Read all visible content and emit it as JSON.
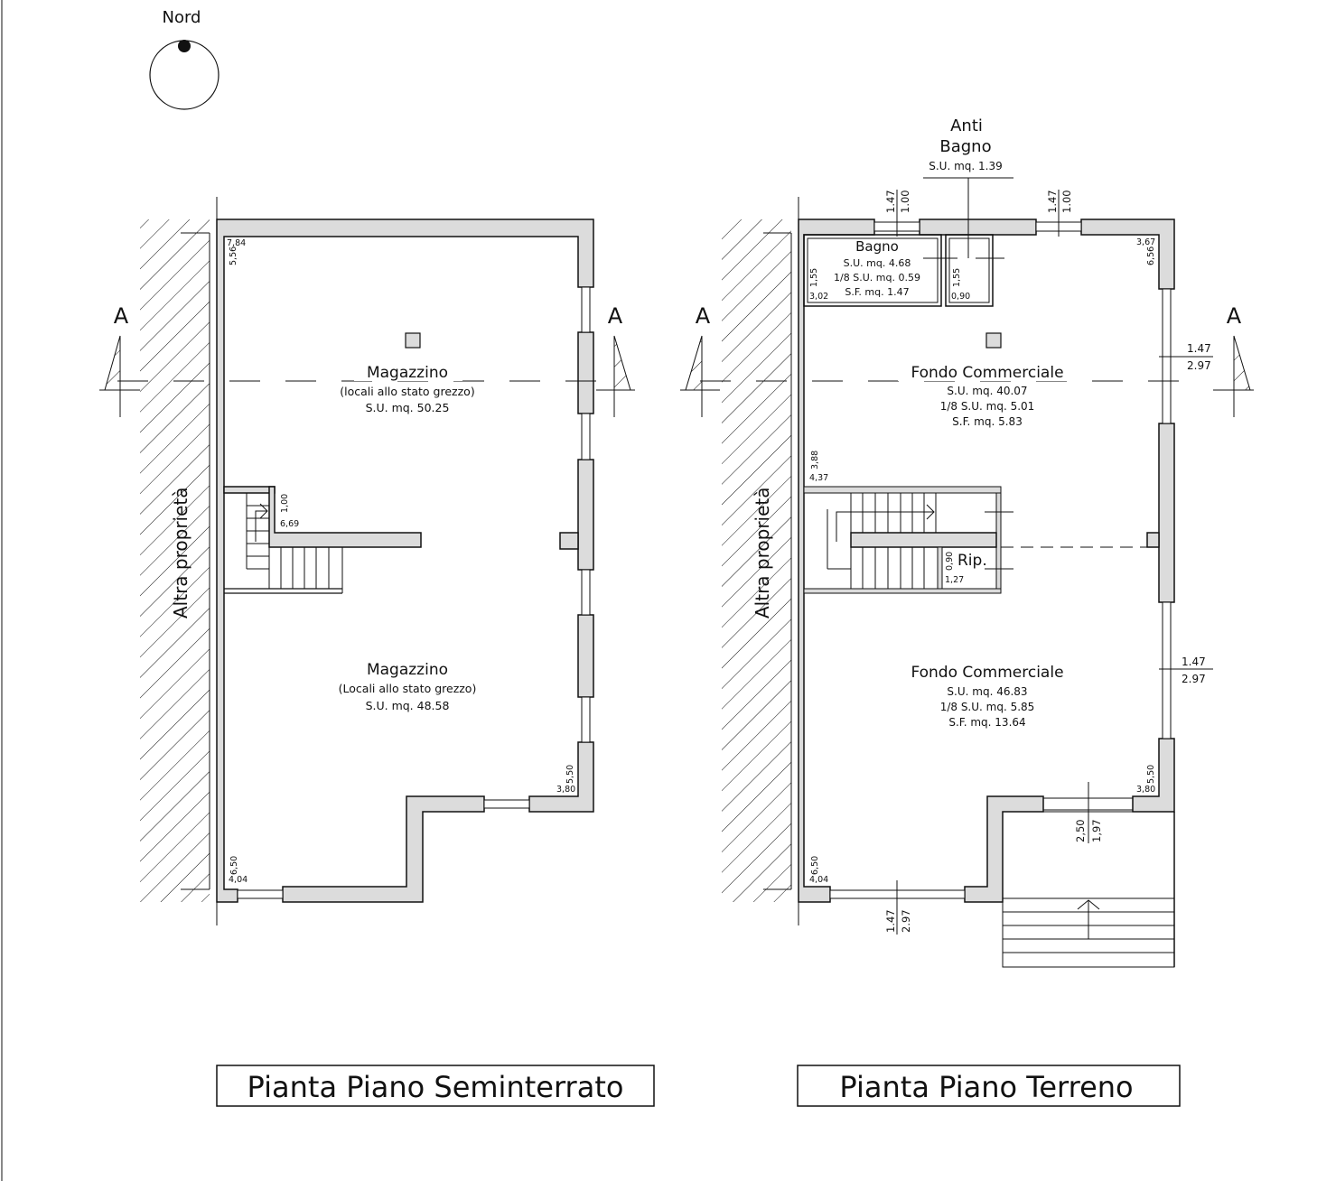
{
  "compass": {
    "label": "Nord"
  },
  "section_marker": "A",
  "neighbor_label": "Altra proprietà",
  "basement": {
    "title": "Pianta Piano Seminterrato",
    "room_top": {
      "name": "Magazzino",
      "note": "(locali allo stato grezzo)",
      "area": "S.U. mq. 50.25"
    },
    "room_bottom": {
      "name": "Magazzino",
      "note": "(Locali allo stato grezzo)",
      "area": "S.U. mq. 48.58"
    },
    "dims": {
      "corner_tl_a": "7,84",
      "corner_tl_b": "5,56",
      "stair_a": "1,00",
      "stair_b": "6,69",
      "corner_br_a": "5,50",
      "corner_br_b": "3,80",
      "corner_bl_a": "6,50",
      "corner_bl_b": "4,04"
    }
  },
  "ground": {
    "title": "Pianta Piano Terreno",
    "anti_bagno": {
      "name_line1": "Anti",
      "name_line2": "Bagno",
      "area": "S.U. mq. 1.39"
    },
    "bagno": {
      "name": "Bagno",
      "su": "S.U. mq. 4.68",
      "su8": "1/8 S.U. mq. 0.59",
      "sf": "S.F. mq. 1.47"
    },
    "fondo_top": {
      "name": "Fondo Commerciale",
      "su": "S.U. mq. 40.07",
      "su8": "1/8 S.U. mq. 5.01",
      "sf": "S.F. mq. 5.83"
    },
    "fondo_bottom": {
      "name": "Fondo Commerciale",
      "su": "S.U. mq. 46.83",
      "su8": "1/8 S.U. mq. 5.85",
      "sf": "S.F. mq. 13.64"
    },
    "rip": "Rip.",
    "dims": {
      "win_top1_a": "1.47",
      "win_top1_b": "1.00",
      "win_top2_a": "1.47",
      "win_top2_b": "1.00",
      "bagno_a": "1,55",
      "bagno_b": "3,02",
      "anti_a": "1,55",
      "anti_b": "0,90",
      "corner_tr_a": "3,67",
      "corner_tr_b": "6,56",
      "win_right1_a": "1.47",
      "win_right1_b": "2.97",
      "mid_a": "3,88",
      "mid_b": "4,37",
      "rip_a": "0,90",
      "rip_b": "1,27",
      "win_right2_a": "1.47",
      "win_right2_b": "2.97",
      "corner_br_a": "5,50",
      "corner_br_b": "3,80",
      "door_a": "2,50",
      "door_b": "1,97",
      "corner_bl_a": "6,50",
      "corner_bl_b": "4,04",
      "win_bottom_a": "1.47",
      "win_bottom_b": "2.97"
    }
  }
}
